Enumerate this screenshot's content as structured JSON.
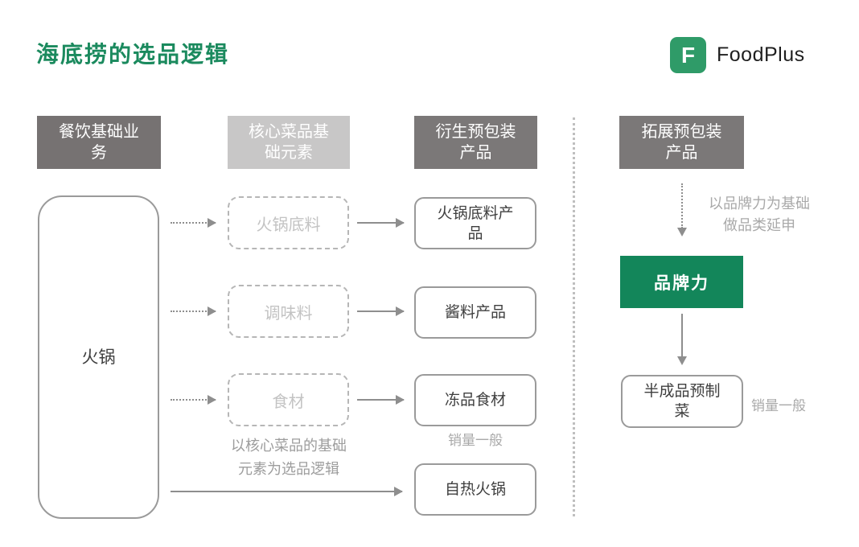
{
  "page": {
    "title": "海底捞的选品逻辑"
  },
  "brand": {
    "logo_letter": "F",
    "logo_name": "FoodPlus"
  },
  "colors": {
    "title_green": "#1b8a5e",
    "logo_green": "#2f9b68",
    "brand_box_green": "#13865a",
    "header_dark_gray": "#767272",
    "header_light_gray": "#c8c7c7",
    "box_border_gray": "#9a9a9a",
    "arrow_gray": "#8e8e8e"
  },
  "headers": {
    "base": "餐饮基础业务",
    "core": "核心菜品基础元素",
    "derived": "衍生预包装产品",
    "expand": "拓展预包装产品"
  },
  "flow": {
    "base_business": "火锅",
    "core_elements": [
      "火锅底料",
      "调味料",
      "食材"
    ],
    "core_elements_note": "以核心菜品的基础元素为选品逻辑",
    "derived_products": [
      "火锅底料产品",
      "酱料产品",
      "冻品食材",
      "自热火锅"
    ],
    "frozen_food_note": "销量一般"
  },
  "expansion": {
    "method_note": "以品牌力为基础做品类延申",
    "brand_power": "品牌力",
    "product": "半成品预制菜",
    "sales_note": "销量一般"
  }
}
